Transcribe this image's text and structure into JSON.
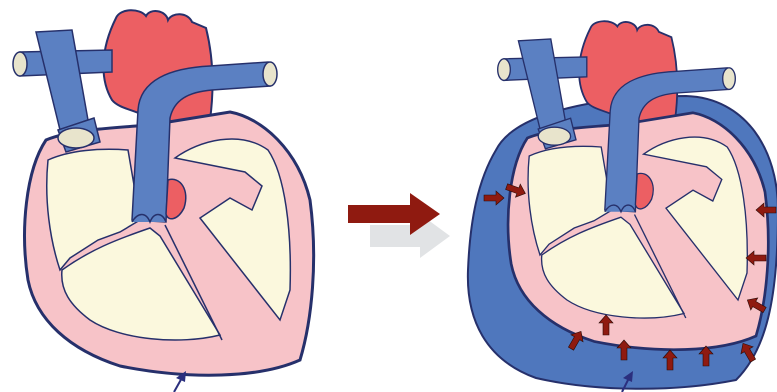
{
  "figure": {
    "panels": [
      {
        "id": "normal-heart",
        "state": "normal pericardium"
      },
      {
        "id": "effusion-heart",
        "state": "fluid-filled pericardial space compressing the heart"
      }
    ],
    "transition_arrow": {
      "direction": "right"
    },
    "compression_arrows": {
      "count": 11,
      "direction": "inward"
    },
    "colors": {
      "vein_blue": "#5b80c2",
      "vein_blue_dark": "#3c5e9e",
      "artery_red": "#ec5f63",
      "artery_red_dark": "#b53b41",
      "chamber_cream": "#fbf8dd",
      "pericardium_pink": "#f7c3c8",
      "outline_navy": "#26306b",
      "fluid_blue": "#4f77bd",
      "vessel_cap": "#e8e4cc",
      "big_arrow": "#8f1a10"
    }
  }
}
